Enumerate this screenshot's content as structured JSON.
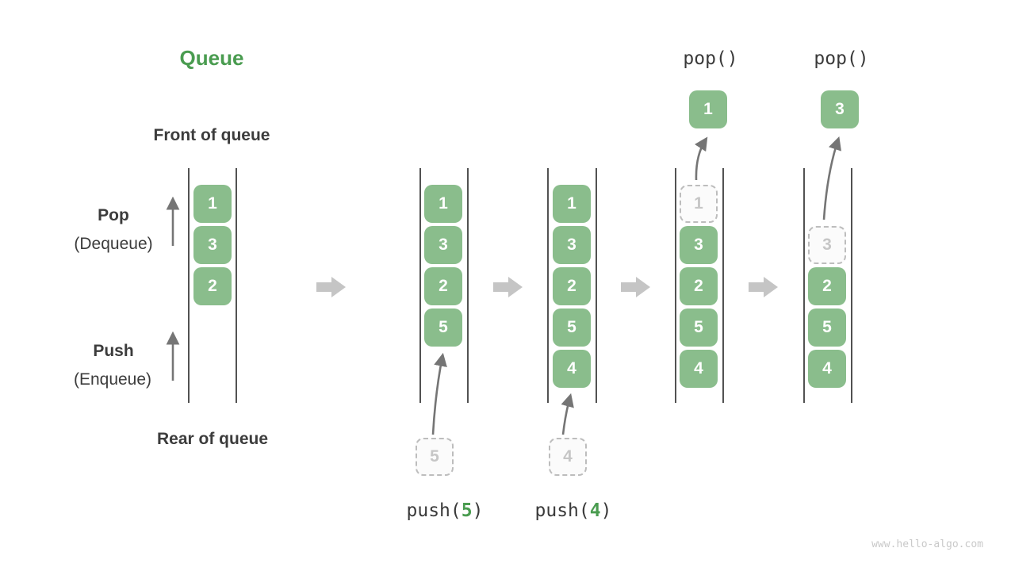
{
  "title": "Queue",
  "labels": {
    "front_of_queue": "Front of queue",
    "rear_of_queue": "Rear of queue",
    "pop": "Pop",
    "pop_sub": "(Dequeue)",
    "push": "Push",
    "push_sub": "(Enqueue)"
  },
  "operations": {
    "pop_call_1": "pop()",
    "pop_call_2": "pop()",
    "push_fn": "push(",
    "push_arg_1": "5",
    "push_arg_2": "4",
    "close_paren": ")"
  },
  "states": [
    {
      "name": "state-1-initial",
      "cells": [
        "1",
        "3",
        "2"
      ]
    },
    {
      "name": "state-2-after-push-5",
      "cells": [
        "1",
        "3",
        "2",
        "5"
      ],
      "incoming": "5"
    },
    {
      "name": "state-3-after-push-4",
      "cells": [
        "1",
        "3",
        "2",
        "5",
        "4"
      ],
      "incoming": "4"
    },
    {
      "name": "state-4-after-pop-1",
      "ghost": "1",
      "cells": [
        "3",
        "2",
        "5",
        "4"
      ],
      "popped": "1"
    },
    {
      "name": "state-5-after-pop-3",
      "ghost": "3",
      "cells": [
        "2",
        "5",
        "4"
      ],
      "popped": "3"
    }
  ],
  "watermark": "www.hello-algo.com",
  "colors": {
    "cell_green": "#8abd8c",
    "accent_green": "#4a9c50",
    "text_dark": "#3c3c3c",
    "block_arrow_gray": "#c5c5c5",
    "thin_arrow_gray": "#757575",
    "ghost_border": "#bdbdbd",
    "ghost_text": "#c6c6c6",
    "wall_gray": "#525252"
  }
}
